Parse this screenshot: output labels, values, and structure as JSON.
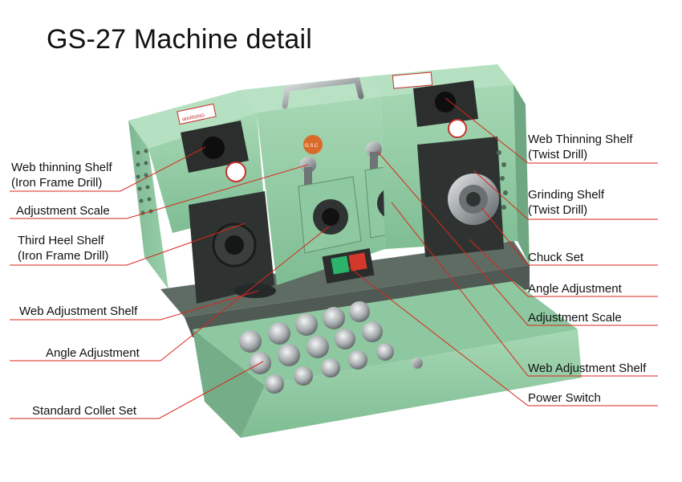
{
  "page": {
    "title": "GS-27 Machine detail"
  },
  "machine": {
    "brand_badge": "G.S.C",
    "warning_label": "WARNING",
    "colors": {
      "body": "#8fcaa0",
      "body_dark": "#6fae84",
      "steel": "#8e9395",
      "leader": "#d9261c",
      "switch": "#d3392b"
    }
  },
  "labels": {
    "left": [
      {
        "id": "web-thinning-shelf-iron",
        "lines": [
          "Web thinning Shelf",
          "(Iron Frame Drill)"
        ]
      },
      {
        "id": "adjustment-scale-left",
        "lines": [
          "Adjustment Scale"
        ]
      },
      {
        "id": "third-heel-shelf",
        "lines": [
          "Third Heel Shelf",
          "(Iron Frame Drill)"
        ]
      },
      {
        "id": "web-adjustment-shelf-left",
        "lines": [
          "Web Adjustment Shelf"
        ]
      },
      {
        "id": "angle-adjustment-left",
        "lines": [
          "Angle Adjustment"
        ]
      },
      {
        "id": "standard-collet-set",
        "lines": [
          "Standard Collet Set"
        ]
      }
    ],
    "right": [
      {
        "id": "web-thinning-shelf-twist",
        "lines": [
          "Web Thinning Shelf",
          "(Twist Drill)"
        ]
      },
      {
        "id": "grinding-shelf",
        "lines": [
          "Grinding Shelf",
          "(Twist Drill)"
        ]
      },
      {
        "id": "chuck-set",
        "lines": [
          "Chuck Set"
        ]
      },
      {
        "id": "angle-adjustment-right",
        "lines": [
          "Angle Adjustment"
        ]
      },
      {
        "id": "adjustment-scale-right",
        "lines": [
          "Adjustment Scale"
        ]
      },
      {
        "id": "web-adjustment-shelf-right",
        "lines": [
          "Web Adjustment Shelf"
        ]
      },
      {
        "id": "power-switch",
        "lines": [
          "Power Switch"
        ]
      }
    ]
  }
}
